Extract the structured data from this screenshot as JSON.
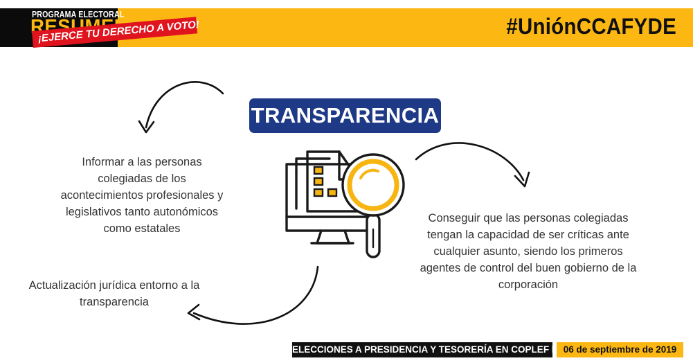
{
  "header": {
    "program_label": "PROGRAMA ELECTORAL",
    "summary_label": "RESUMEN",
    "cta": "¡EJERCE TU DERECHO A VOTO!",
    "hashtag": "#UniónCCAFYDE"
  },
  "main": {
    "title": "TRANSPARENCIA",
    "illustration_icon": "documents-search-computer-icon",
    "left_text": "Informar a las personas colegiadas de los acontecimientos profesionales y legislativos tanto autonómicos como estatales",
    "bottom_left_text": "Actualización jurídica entorno a la transparencia",
    "right_text": "Conseguir que las personas colegiadas tengan la capacidad de ser críticas ante cualquier asunto, siendo los primeros agentes de control del buen gobierno de la corporación"
  },
  "footer": {
    "elections_label": "ELECCIONES A PRESIDENCIA Y TESORERÍA EN COPLEF MADRID",
    "date_label": "06 de septiembre de 2019"
  },
  "colors": {
    "accent_yellow": "#fcb712",
    "navy": "#1e3a86",
    "red": "#e0141e",
    "black": "#111111"
  }
}
